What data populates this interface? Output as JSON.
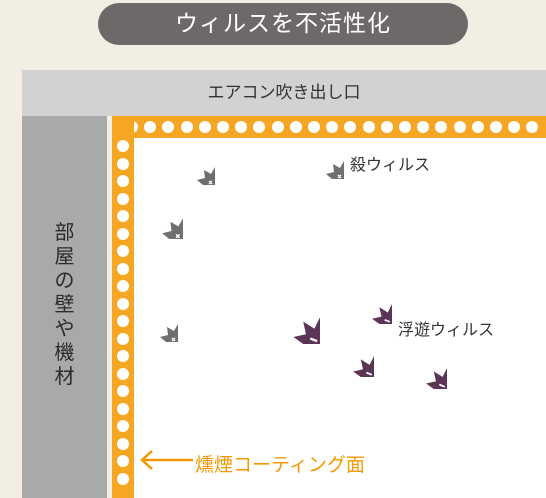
{
  "title": "ウィルスを不活性化",
  "top_bar_label": "エアコン吹き出し口",
  "wall_label_chars": [
    "部",
    "屋",
    "の",
    "壁",
    "や",
    "機",
    "材"
  ],
  "killed_virus_label": "殺ウィルス",
  "floating_virus_label": "浮遊ウィルス",
  "coating_label": "燻煙コーティング面",
  "colors": {
    "title_bg": "#6e6968",
    "top_bar_bg": "#d2d2d3",
    "wall_bg": "#a9a9ab",
    "coating": "#f5a623",
    "coating_text": "#f39800",
    "killed_virus": "#6f6f70",
    "floating_virus": "#5b3557"
  }
}
